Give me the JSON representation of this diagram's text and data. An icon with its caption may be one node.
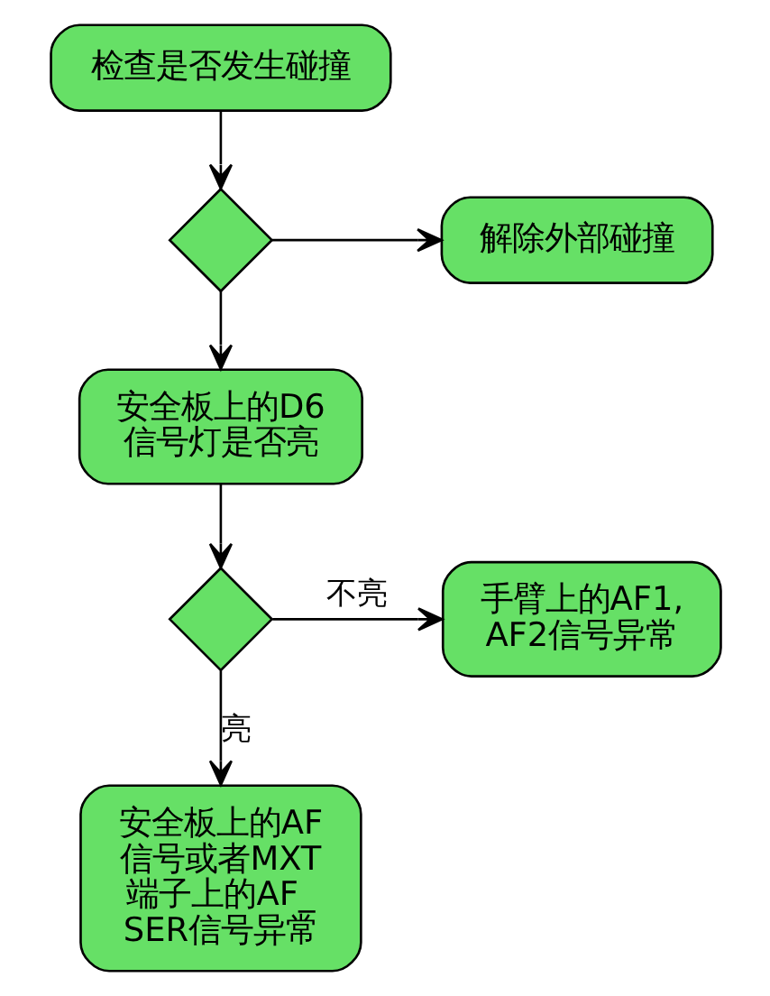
{
  "diagram": {
    "nodes": [
      {
        "text": [
          "检查是否发生碰撞"
        ]
      },
      {
        "text": [],
        "shape": "diamond"
      },
      {
        "text": [
          "解除外部碰撞"
        ]
      },
      {
        "text": [
          "安全板上的D6信号灯是否亮"
        ]
      },
      {
        "text": [],
        "shape": "diamond"
      },
      {
        "text": [
          "手臂上的AF1,AF2信号异常"
        ]
      },
      {
        "text": [
          "安全板上的AF信号或者MXT端子上的AF_SER信号异常"
        ]
      }
    ],
    "edges": [
      {
        "from": 0,
        "to": 1,
        "arrow": "to"
      },
      {
        "from": 1,
        "to": 2,
        "arrow": "to"
      },
      {
        "from": 1,
        "to": 3,
        "arrow": "to"
      },
      {
        "from": 3,
        "to": 4,
        "arrow": "to"
      },
      {
        "from": 4,
        "to": 5,
        "arrow": "to",
        "label": "不亮"
      },
      {
        "from": 4,
        "to": 6,
        "arrow": "to",
        "label": "亮"
      }
    ]
  }
}
